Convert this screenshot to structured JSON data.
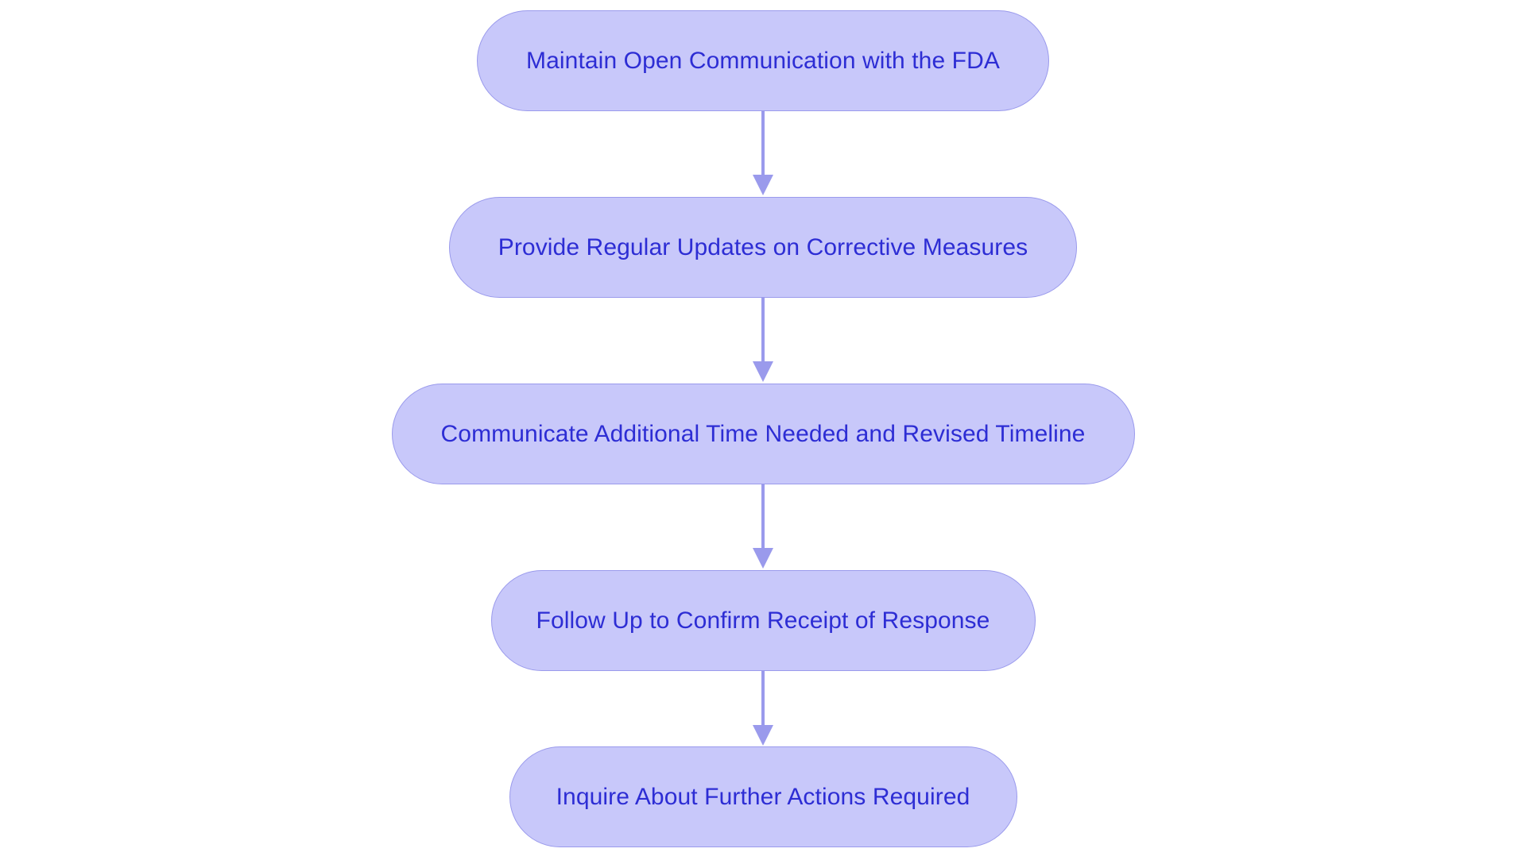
{
  "diagram": {
    "type": "flowchart",
    "orientation": "vertical-top-down",
    "background_color": "#ffffff",
    "node_fill_color": "#c8c8fa",
    "node_border_color": "#9a9aec",
    "node_text_color": "#2d2dd4",
    "connector_color": "#9a9aec",
    "node_shape": "rounded-pill",
    "nodes": [
      {
        "id": "node-1",
        "label": "Maintain Open Communication with the FDA"
      },
      {
        "id": "node-2",
        "label": "Provide Regular Updates on Corrective Measures"
      },
      {
        "id": "node-3",
        "label": "Communicate Additional Time Needed and Revised Timeline"
      },
      {
        "id": "node-4",
        "label": "Follow Up to Confirm Receipt of Response"
      },
      {
        "id": "node-5",
        "label": "Inquire About Further Actions Required"
      }
    ],
    "connectors": [
      {
        "id": "connector-1",
        "from": "node-1",
        "to": "node-2",
        "arrow": "down"
      },
      {
        "id": "connector-2",
        "from": "node-2",
        "to": "node-3",
        "arrow": "down"
      },
      {
        "id": "connector-3",
        "from": "node-3",
        "to": "node-4",
        "arrow": "down"
      },
      {
        "id": "connector-4",
        "from": "node-4",
        "to": "node-5",
        "arrow": "down"
      }
    ]
  }
}
